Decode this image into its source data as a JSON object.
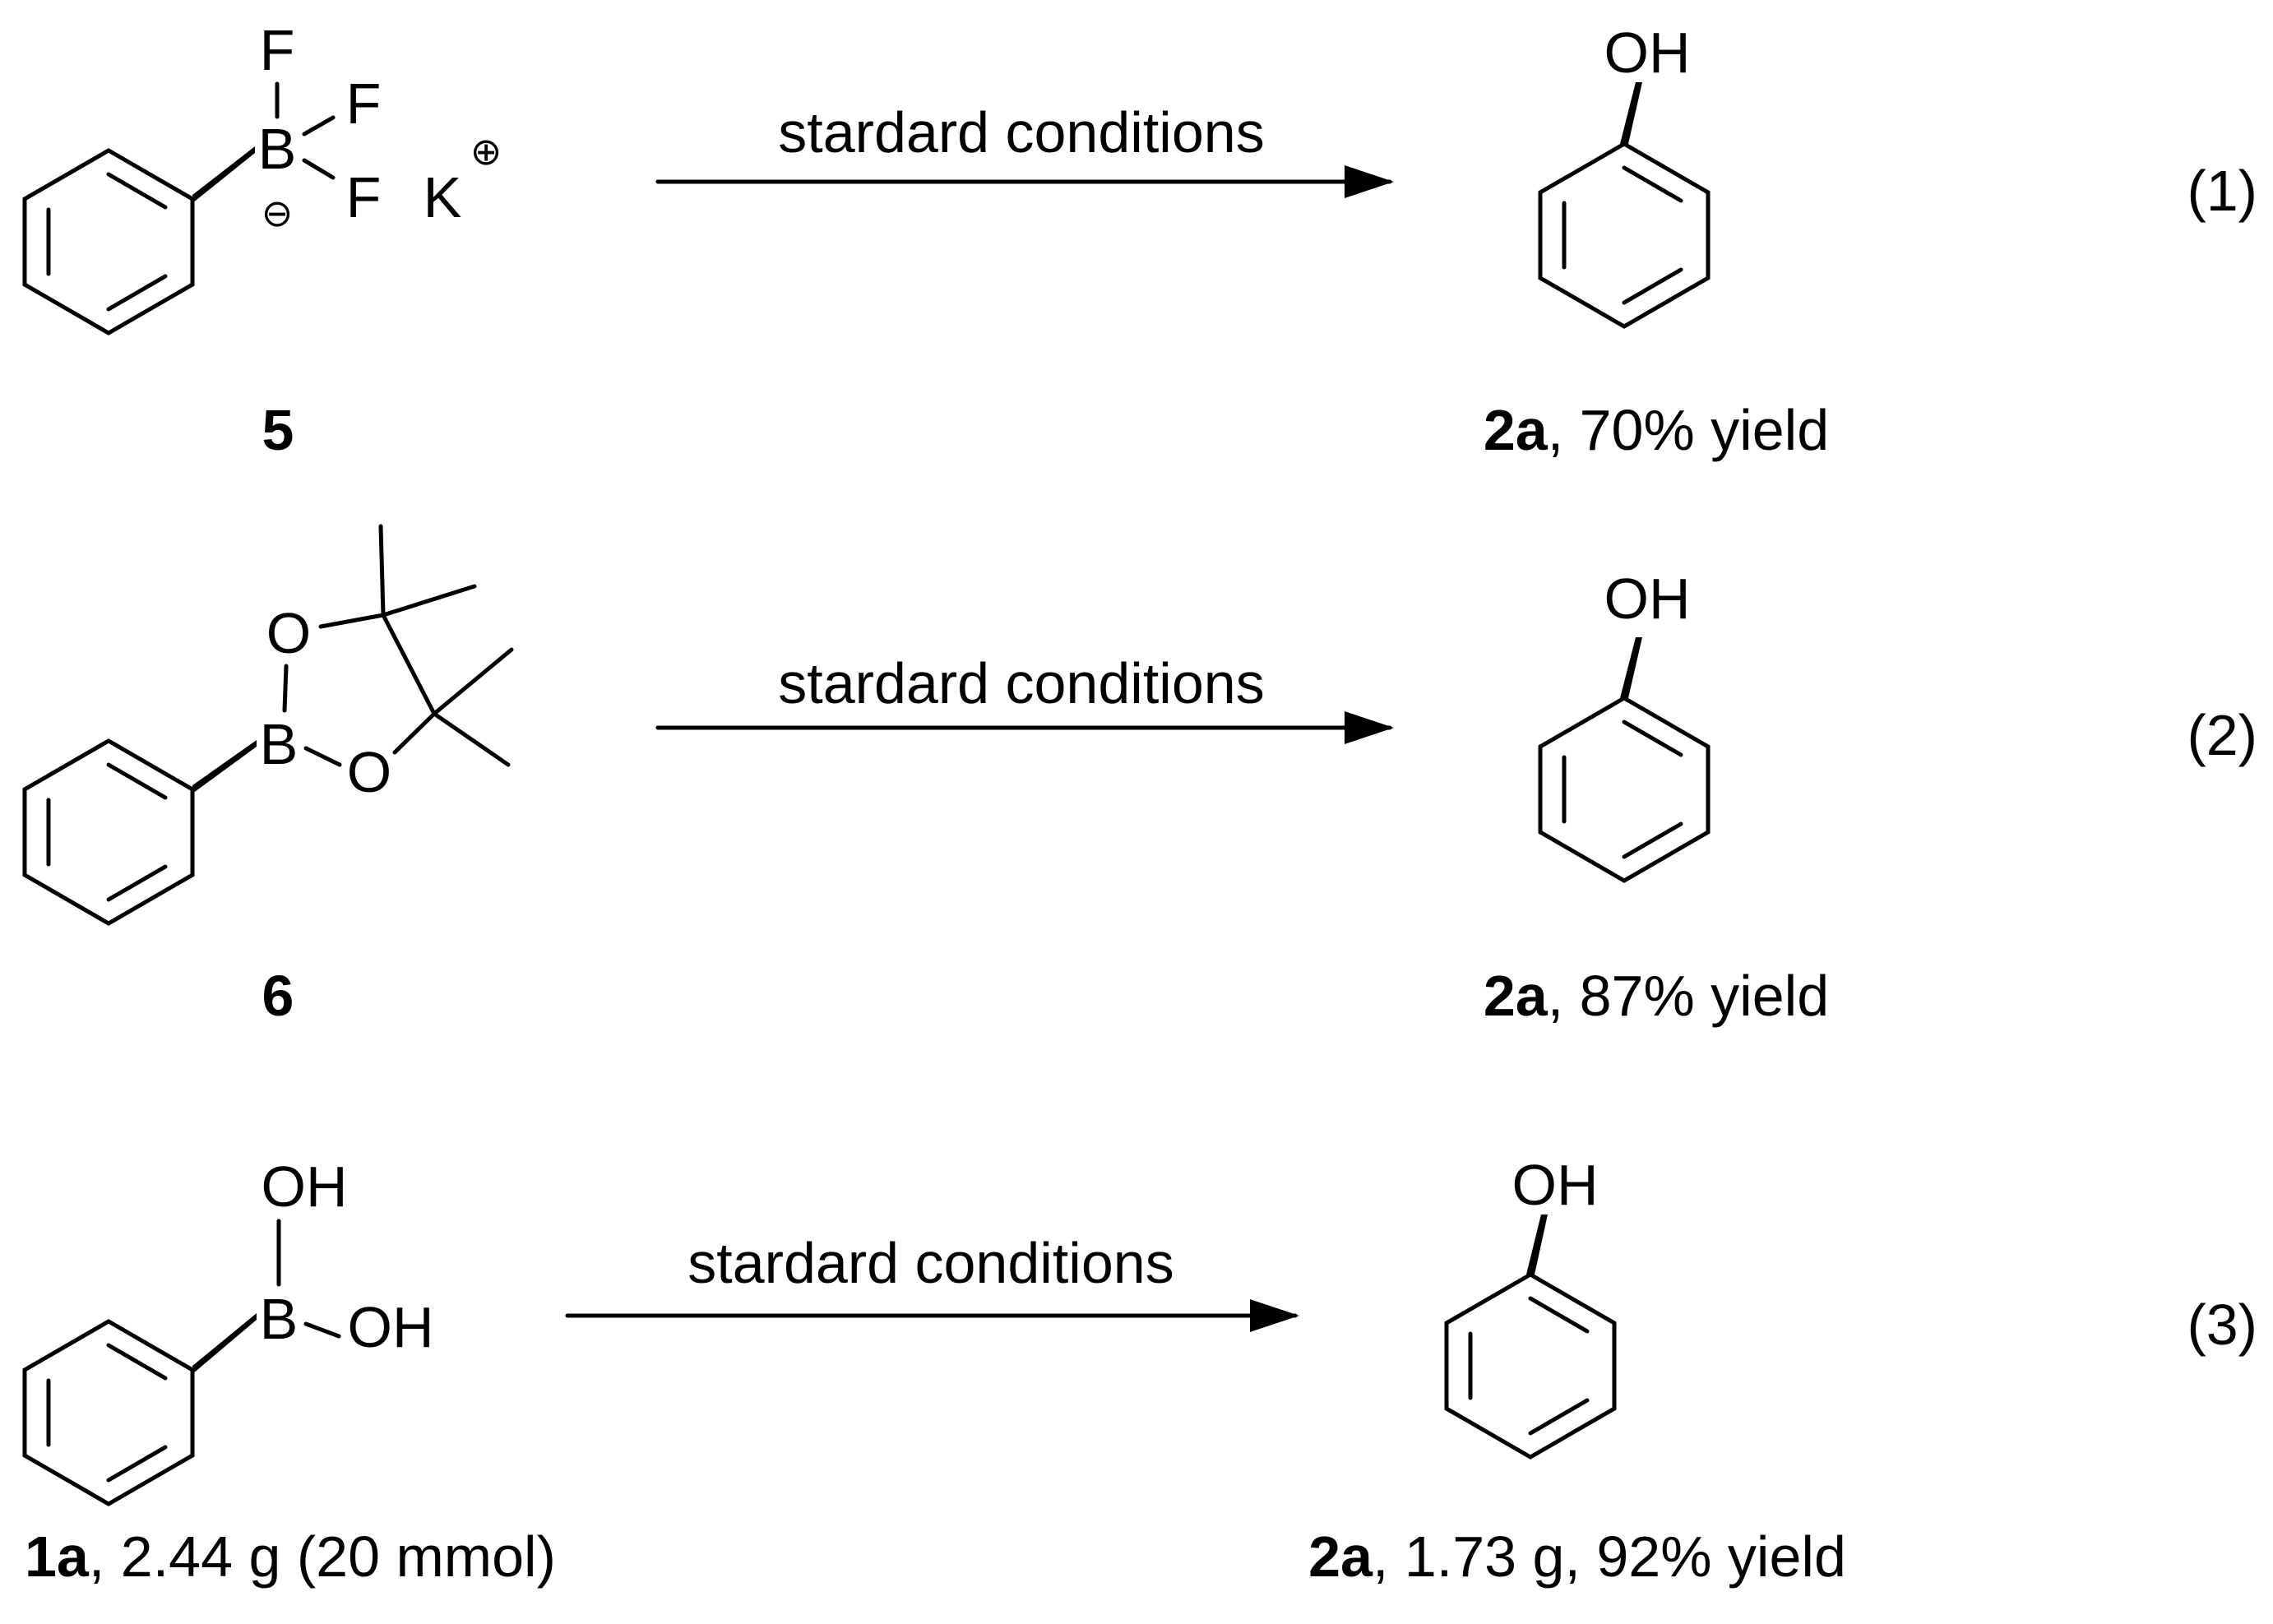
{
  "reactions": [
    {
      "equation_number": "(1)",
      "condition": "stardard conditions",
      "reactant": {
        "id": "5",
        "atoms": {
          "boron": "B",
          "fluorine": "F",
          "potassium": "K"
        },
        "charges": {
          "anion": "⊖",
          "cation": "⊕"
        }
      },
      "product": {
        "id": "2a",
        "suffix": ", 70% yield",
        "hydroxyl": "OH"
      }
    },
    {
      "equation_number": "(2)",
      "condition": "stardard conditions",
      "reactant": {
        "id": "6",
        "atoms": {
          "boron": "B",
          "oxygen": "O"
        }
      },
      "product": {
        "id": "2a",
        "suffix": ", 87% yield",
        "hydroxyl": "OH"
      }
    },
    {
      "equation_number": "(3)",
      "condition": "stardard conditions",
      "reactant": {
        "id": "1a",
        "suffix": ", 2.44 g (20 mmol)",
        "atoms": {
          "boron": "B",
          "hydroxyl": "OH"
        }
      },
      "product": {
        "id": "2a",
        "suffix": ", 1.73 g, 92% yield",
        "hydroxyl": "OH"
      }
    }
  ]
}
